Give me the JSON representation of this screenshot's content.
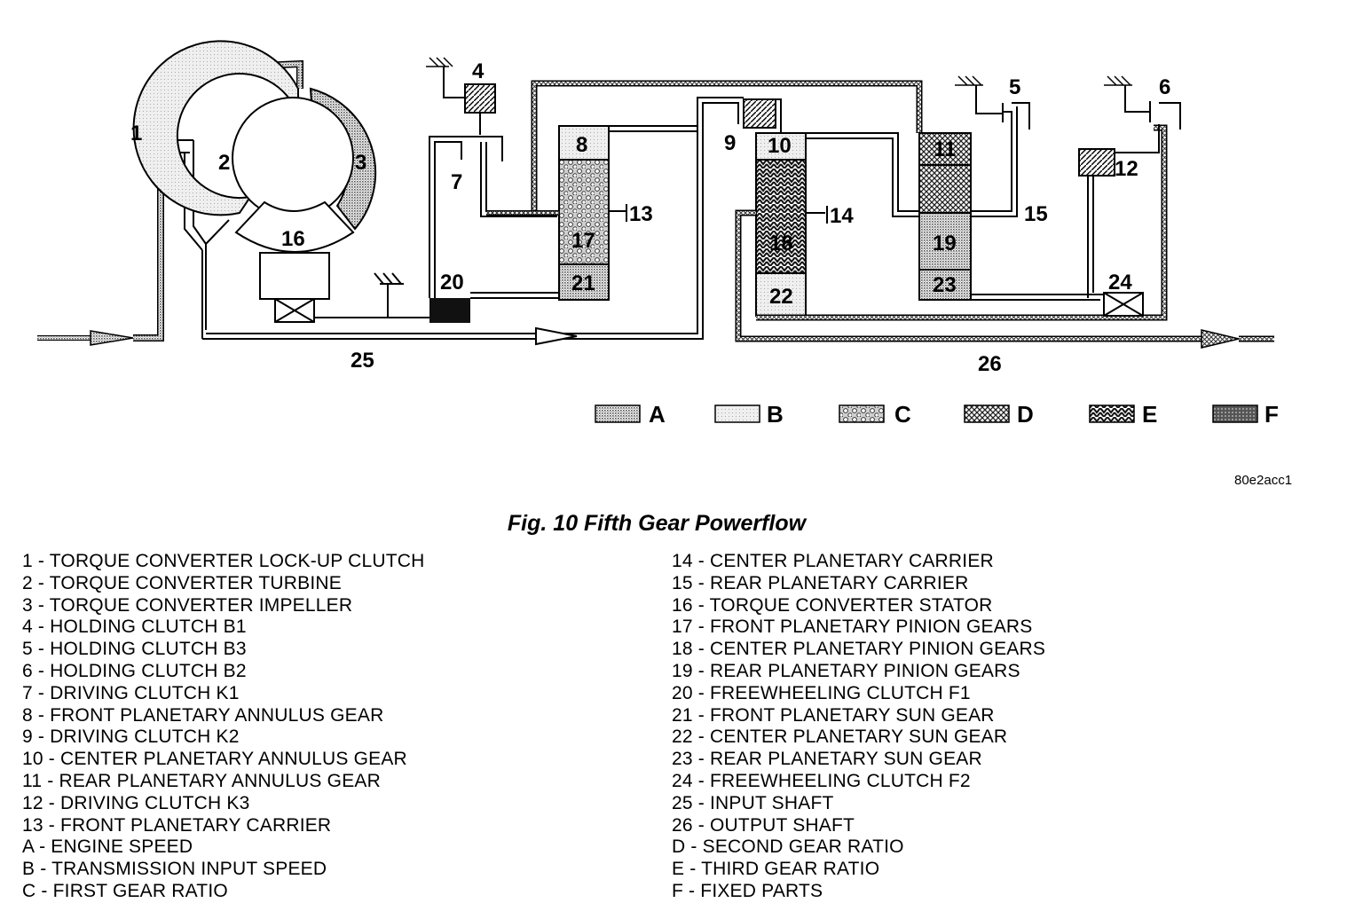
{
  "figure": {
    "code": "80e2acc1",
    "caption": "Fig. 10 Fifth Gear Powerflow"
  },
  "diagram": {
    "numbers": [
      "1",
      "2",
      "3",
      "4",
      "5",
      "6",
      "7",
      "8",
      "9",
      "10",
      "11",
      "12",
      "13",
      "14",
      "15",
      "16",
      "17",
      "18",
      "19",
      "20",
      "21",
      "22",
      "23",
      "24",
      "25",
      "26"
    ],
    "legend": [
      {
        "letter": "A",
        "pattern": "fine-dots"
      },
      {
        "letter": "B",
        "pattern": "light-dots"
      },
      {
        "letter": "C",
        "pattern": "bubbles"
      },
      {
        "letter": "D",
        "pattern": "crosshatch"
      },
      {
        "letter": "E",
        "pattern": "herringbone"
      },
      {
        "letter": "F",
        "pattern": "dense-grid"
      }
    ]
  },
  "key": {
    "left": [
      "1 - TORQUE CONVERTER LOCK-UP CLUTCH",
      "2 - TORQUE CONVERTER TURBINE",
      "3 - TORQUE CONVERTER IMPELLER",
      "4 - HOLDING CLUTCH B1",
      "5 - HOLDING CLUTCH B3",
      "6 - HOLDING CLUTCH B2",
      "7 - DRIVING CLUTCH K1",
      "8 - FRONT PLANETARY ANNULUS GEAR",
      "9 - DRIVING CLUTCH K2",
      "10 - CENTER PLANETARY ANNULUS GEAR",
      "11 - REAR PLANETARY ANNULUS GEAR",
      "12 - DRIVING CLUTCH K3",
      "13 - FRONT PLANETARY CARRIER",
      "A - ENGINE SPEED",
      "B - TRANSMISSION INPUT SPEED",
      "C - FIRST GEAR RATIO"
    ],
    "right": [
      "14 - CENTER PLANETARY CARRIER",
      "15 - REAR PLANETARY CARRIER",
      "16 - TORQUE CONVERTER STATOR",
      "17 - FRONT PLANETARY PINION GEARS",
      "18 - CENTER PLANETARY PINION GEARS",
      "19 - REAR PLANETARY PINION GEARS",
      "20 - FREEWHEELING CLUTCH F1",
      "21 - FRONT PLANETARY SUN GEAR",
      "22 - CENTER PLANETARY SUN GEAR",
      "23 - REAR PLANETARY SUN GEAR",
      "24 - FREEWHEELING CLUTCH F2",
      "25 - INPUT SHAFT",
      "26 - OUTPUT SHAFT",
      "D - SECOND GEAR RATIO",
      "E - THIRD GEAR RATIO",
      "F - FIXED PARTS"
    ]
  }
}
